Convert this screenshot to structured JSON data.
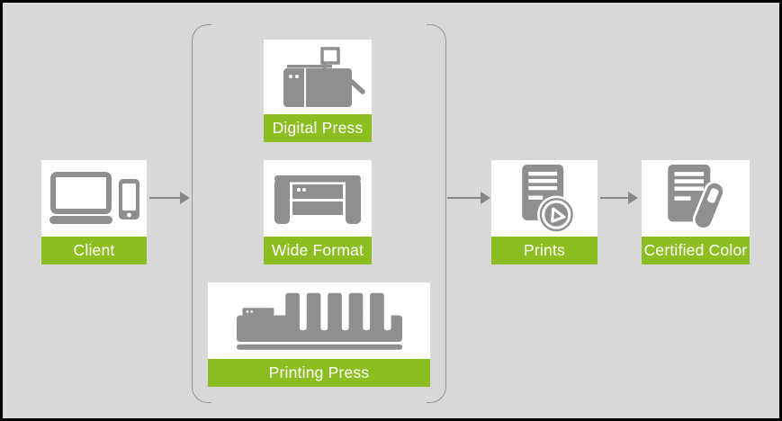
{
  "diagram": {
    "colors": {
      "background": "#d8d8d8",
      "accent_green": "#8cbe21",
      "icon_gray": "#8f8f8f",
      "line_gray": "#878787",
      "node_background": "#ffffff",
      "label_text": "#ffffff",
      "outer_border": "#000000"
    },
    "nodes": [
      {
        "id": "client",
        "label": "Client",
        "icon": "laptop-and-phone-icon"
      },
      {
        "id": "digital-press",
        "label": "Digital Press",
        "icon": "digital-press-icon"
      },
      {
        "id": "wide-format",
        "label": "Wide Format",
        "icon": "wide-format-printer-icon"
      },
      {
        "id": "printing-press",
        "label": "Printing Press",
        "icon": "printing-press-icon"
      },
      {
        "id": "prints",
        "label": "Prints",
        "icon": "prints-document-icon"
      },
      {
        "id": "certified-color",
        "label": "Certified Color",
        "icon": "spectrophotometer-document-icon"
      }
    ],
    "press_group": [
      "digital-press",
      "wide-format",
      "printing-press"
    ],
    "connections": [
      {
        "from": "client",
        "to": "press-group"
      },
      {
        "from": "press-group",
        "to": "prints"
      },
      {
        "from": "prints",
        "to": "certified-color"
      }
    ]
  }
}
